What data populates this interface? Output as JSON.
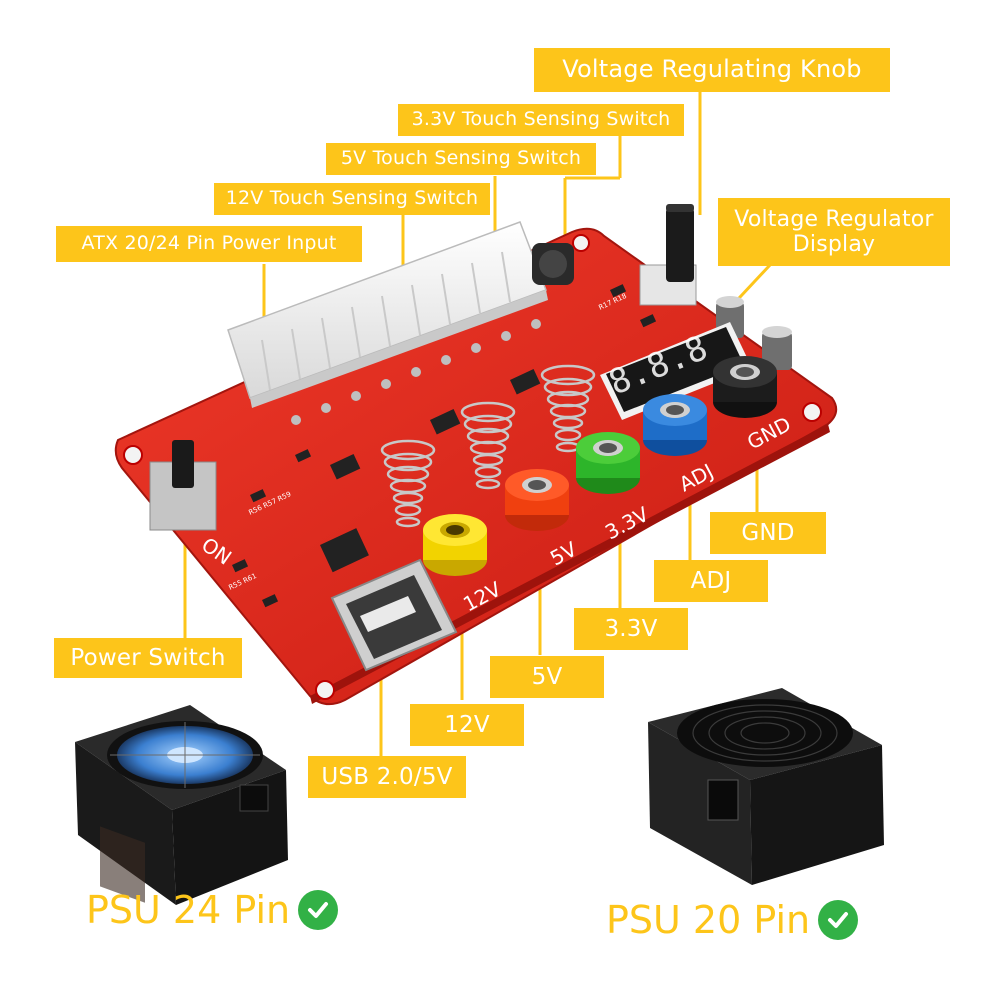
{
  "labels": {
    "voltage_knob": "Voltage Regulating Knob",
    "touch_3v3": "3.3V Touch Sensing Switch",
    "touch_5v": "5V Touch Sensing Switch",
    "touch_12v": "12V Touch Sensing Switch",
    "atx_input": "ATX 20/24 Pin Power Input",
    "regulator_display_line1": "Voltage Regulator",
    "regulator_display_line2": "Display",
    "power_switch": "Power Switch",
    "gnd": "GND",
    "adj": "ADJ",
    "v3v3": "3.3V",
    "v5": "5V",
    "v12": "12V",
    "usb": "USB 2.0/5V"
  },
  "board_silkscreen": {
    "t12": "12V",
    "t5": "5V",
    "t3v3": "3.3V",
    "tadj": "ADJ",
    "tgnd": "GND",
    "ton": "ON"
  },
  "display_digits": "8.8.8",
  "psu": {
    "left_caption": "PSU 24 Pin",
    "right_caption": "PSU 20 Pin"
  },
  "colors": {
    "label_bg": "#fdc51a",
    "board_red": "#e3231c",
    "check_green": "#32b146"
  }
}
